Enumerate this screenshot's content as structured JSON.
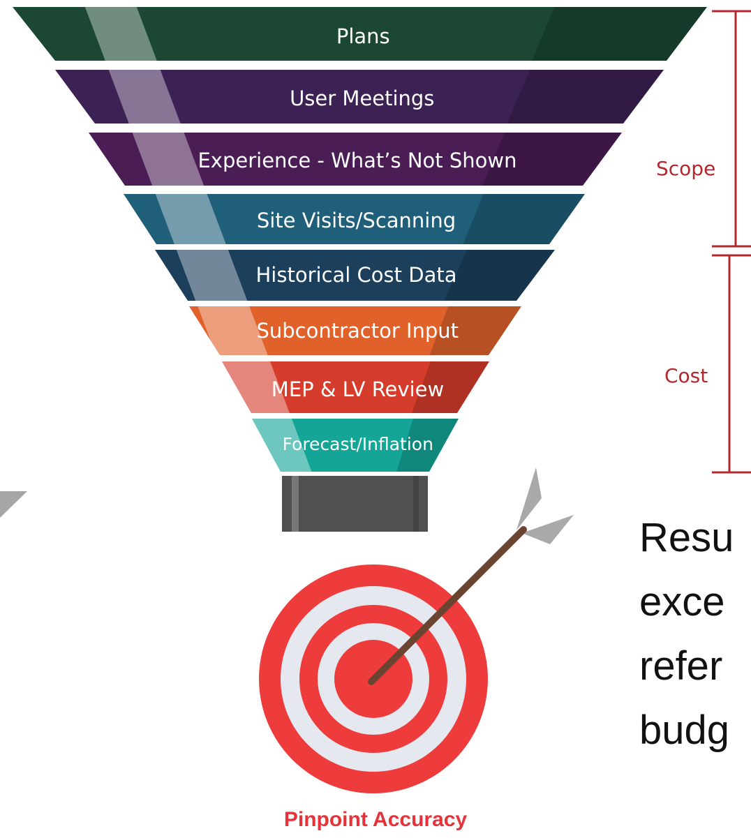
{
  "funnel": {
    "steps": [
      {
        "label": "Plans",
        "color": "#1b4733"
      },
      {
        "label": "User Meetings",
        "color": "#3c2155"
      },
      {
        "label": "Experience - What’s Not Shown",
        "color": "#4a1d55"
      },
      {
        "label": "Site Visits/Scanning",
        "color": "#1f5f7a"
      },
      {
        "label": "Historical Cost Data",
        "color": "#1c405c"
      },
      {
        "label": "Subcontractor Input",
        "color": "#e0622a"
      },
      {
        "label": "MEP & LV Review",
        "color": "#d63c2c"
      },
      {
        "label": "Forecast/Inflation",
        "color": "#14a596"
      }
    ],
    "spout_color": "#555555"
  },
  "brackets": {
    "scope_label": "Scope",
    "cost_label": "Cost",
    "color": "#b3272f"
  },
  "result_text": [
    "Resu",
    "exce",
    "refer",
    "budg"
  ],
  "target": {
    "caption": "Pinpoint Accuracy",
    "ring_color": "#ee3b3b",
    "light_color": "#e6e8ef",
    "arrow_shaft_color": "#6a4430",
    "fletch_color": "#a9a9a9"
  }
}
